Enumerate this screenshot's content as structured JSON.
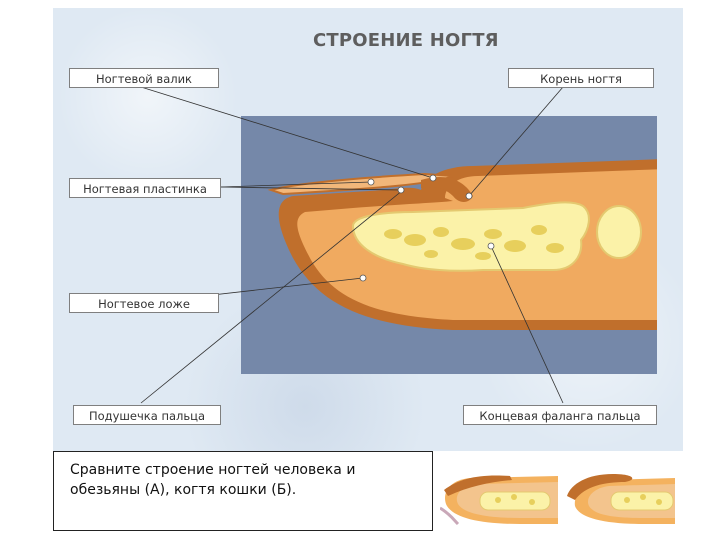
{
  "title": "СТРОЕНИЕ НОГТЯ",
  "labels": {
    "nail_fold": "Ногтевой валик",
    "nail_root": "Корень ногтя",
    "nail_plate": "Ногтевая пластинка",
    "nail_bed": "Ногтевое ложе",
    "finger_pad": "Подушечка пальца",
    "distal_phalanx": "Концевая фаланга пальца"
  },
  "caption": "Сравните строение ногтей человека и  обезьяны (А), когтя кошки (Б).",
  "colors": {
    "panel_bg": "#7588a9",
    "skin_outline": "#c06f2c",
    "skin_fill": "#f0aa60",
    "nail": "#f2b77a",
    "bone": "#fbf2a8",
    "marrow": "#e7cf5c"
  }
}
